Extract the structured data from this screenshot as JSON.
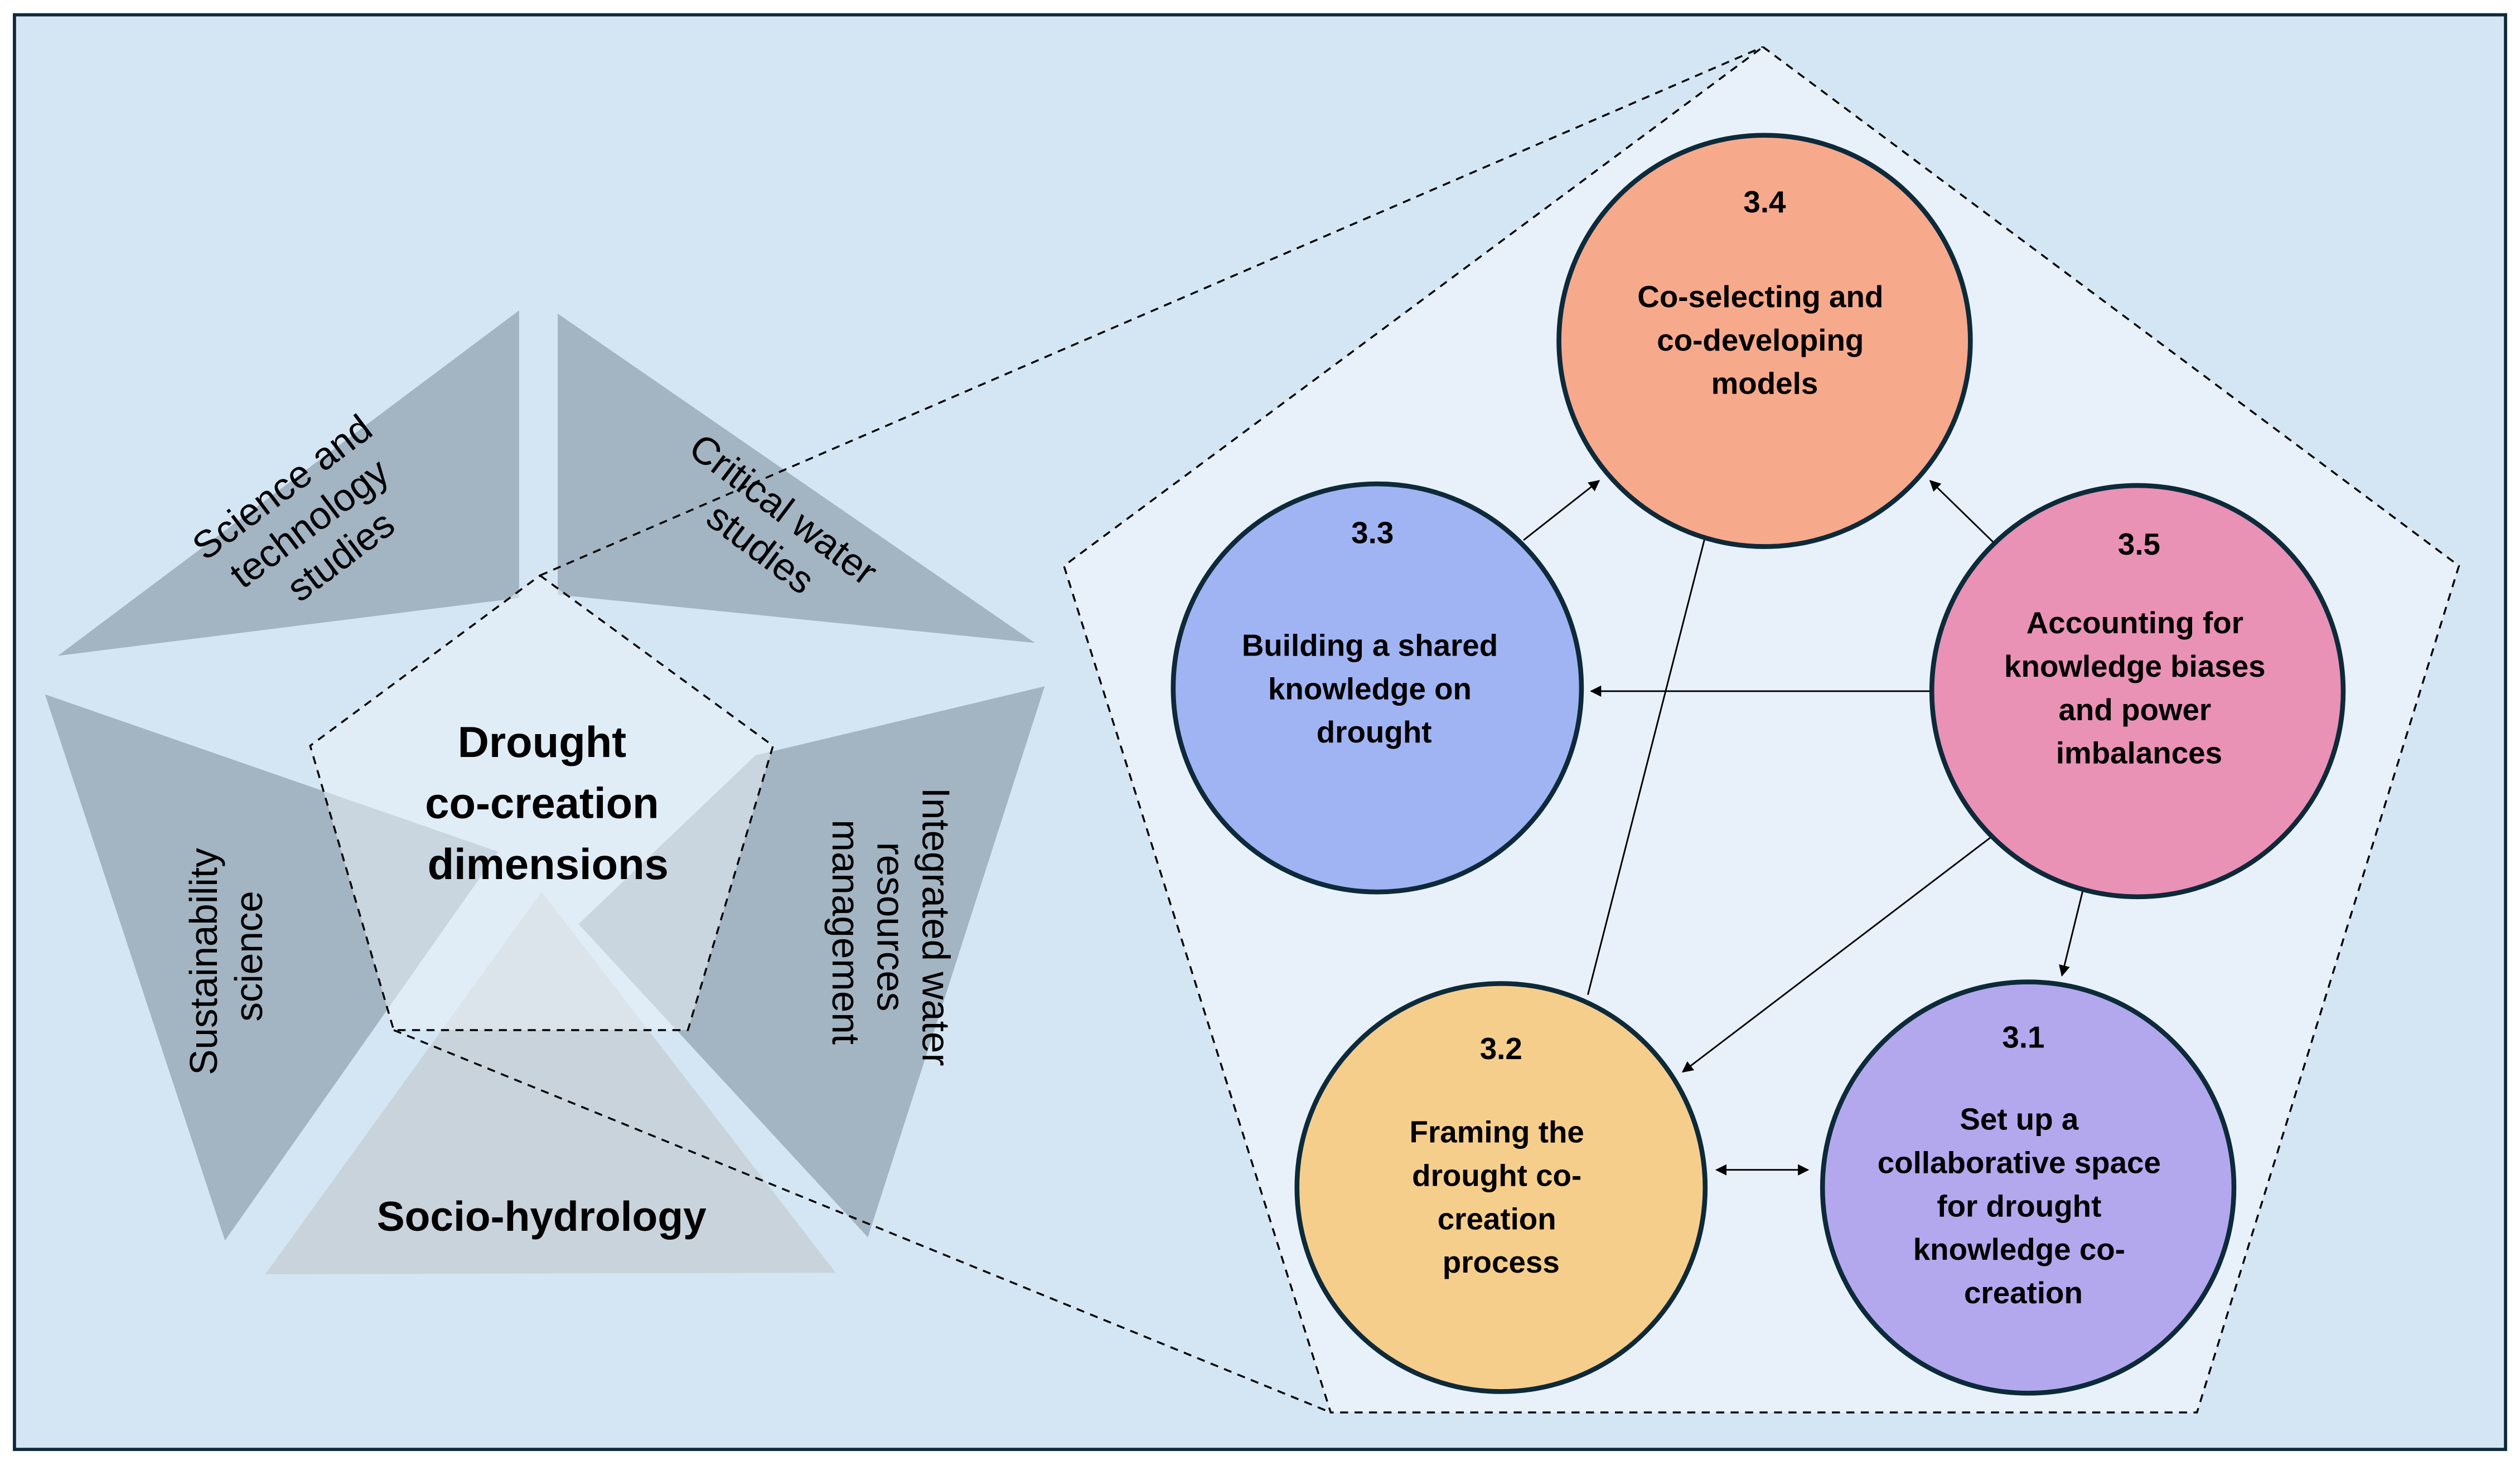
{
  "colors": {
    "background": "#d4e6f4",
    "frame": "#0d2a3a",
    "wedge": "#a3b4c2",
    "wedge_bottom": "#c9d3dc",
    "center_fill": "#e9f1f8",
    "zoom_pentagon_fill": "#e8f1fa",
    "circle_3_1": "#b3a8ee",
    "circle_3_2": "#f6ce8c",
    "circle_3_3": "#a0b4f4",
    "circle_3_4": "#f7a98b",
    "circle_3_5": "#ea91b6"
  },
  "left": {
    "center_title": [
      "Drought",
      "co-creation",
      "dimensions"
    ],
    "wedges": {
      "sts": [
        "Science and",
        "technology",
        "studies"
      ],
      "cws": [
        "Critical water",
        "studies"
      ],
      "iwrm": [
        "Integrated water",
        "resources",
        "management"
      ],
      "socio": [
        "Socio-hydrology"
      ],
      "sust": [
        "Sustainability",
        "science"
      ]
    }
  },
  "nodes": {
    "n31": {
      "num": "3.1",
      "lines": [
        "Set up a",
        "collaborative space",
        "for drought",
        "knowledge co-",
        "creation"
      ]
    },
    "n32": {
      "num": "3.2",
      "lines": [
        "Framing the",
        "drought co-",
        "creation",
        "process"
      ]
    },
    "n33": {
      "num": "3.3",
      "lines": [
        "Building a shared",
        "knowledge on",
        "drought"
      ]
    },
    "n34": {
      "num": "3.4",
      "lines": [
        "Co-selecting and",
        "co-developing",
        "models"
      ]
    },
    "n35": {
      "num": "3.5",
      "lines": [
        "Accounting for",
        "knowledge biases",
        "and power",
        "imbalances"
      ]
    }
  },
  "edges": [
    {
      "from": "3.3",
      "to": "3.4",
      "type": "arrow"
    },
    {
      "from": "3.5",
      "to": "3.4",
      "type": "arrow"
    },
    {
      "from": "3.5",
      "to": "3.3",
      "type": "arrow"
    },
    {
      "from": "3.2",
      "to": "3.4",
      "type": "arrow"
    },
    {
      "from": "3.5",
      "to": "3.2",
      "type": "arrow"
    },
    {
      "from": "3.5",
      "to": "3.1",
      "type": "arrow"
    },
    {
      "from": "3.2",
      "to": "3.1",
      "type": "double-arrow"
    }
  ]
}
